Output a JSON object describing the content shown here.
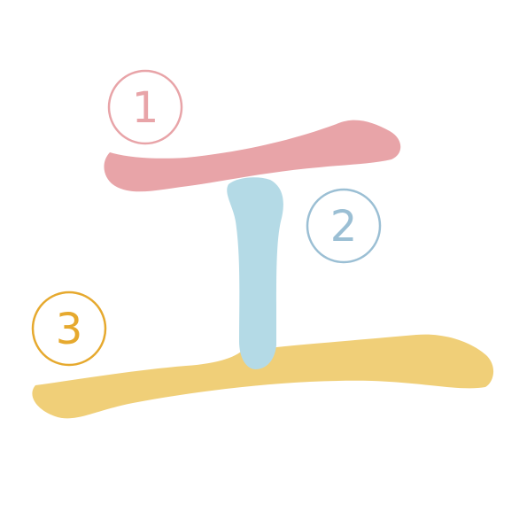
{
  "strokes": [
    {
      "order": "1",
      "color": "#E8A4A8",
      "name": "stroke-1-horizontal-top"
    },
    {
      "order": "2",
      "color": "#B4DAE6",
      "name": "stroke-2-vertical"
    },
    {
      "order": "3",
      "color": "#F0CF78",
      "name": "stroke-3-horizontal-bottom"
    }
  ],
  "badges": [
    {
      "label": "1",
      "color": "#E8A4A8"
    },
    {
      "label": "2",
      "color": "#9BBFD4"
    },
    {
      "label": "3",
      "color": "#E6A92E"
    }
  ]
}
